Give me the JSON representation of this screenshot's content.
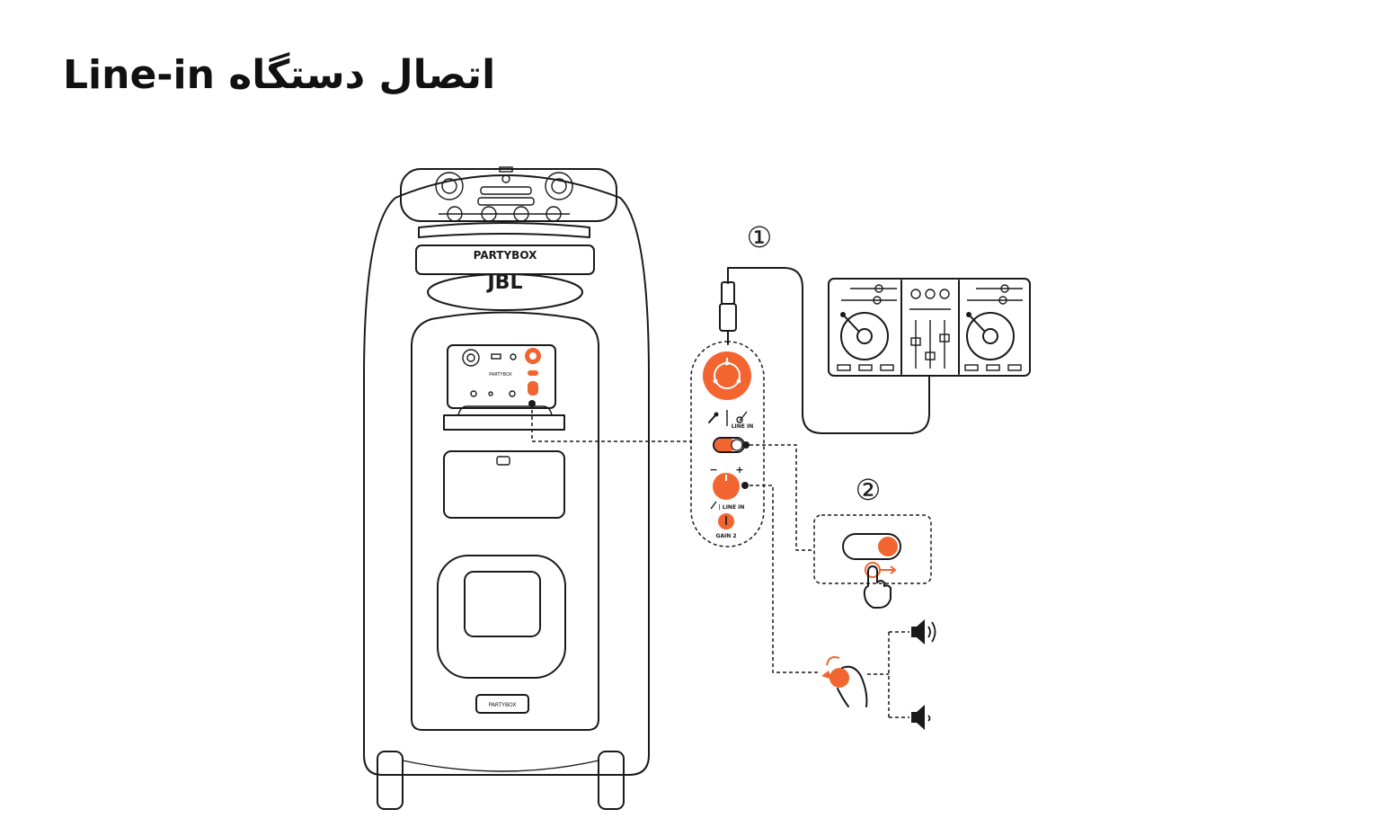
{
  "title": "Line-in اتصال دستگاه",
  "speaker": {
    "brand_top": "PARTYBOX",
    "brand_logo": "JBL",
    "panel_label": "PARTYBOX",
    "footer_label": "PARTYBOX"
  },
  "steps": {
    "step1": "①",
    "step2": "②"
  },
  "control_panel": {
    "line_in_label": "LINE IN",
    "knob_line_in_label": "| LINE IN",
    "gain_label": "GAIN 2",
    "minus": "−",
    "plus": "+"
  },
  "colors": {
    "accent": "#f26531",
    "line": "#1a1a1a"
  },
  "icons": {
    "volume_high": "speaker-high-volume-icon",
    "volume_low": "speaker-low-volume-icon",
    "hand_press": "hand-press-icon",
    "hand_turn": "hand-turn-icon"
  }
}
